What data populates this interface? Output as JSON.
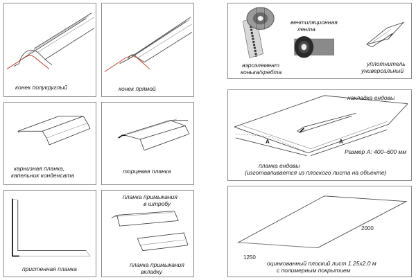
{
  "labels": {
    "ridge_round": "конек полукруглый",
    "ridge_straight": "конек прямой",
    "eaves_strip_1": "карнизная планка,",
    "eaves_strip_2": "капельник конденсата",
    "end_strip": "торцевая планка",
    "wall_strip": "пристенная планка",
    "abut_groove_1": "планка примыкания",
    "abut_groove_2": "в штробу",
    "abut_overlay_1": "планка примыкания",
    "abut_overlay_2": "вкладку",
    "vent_tape_1": "вентиляционная",
    "vent_tape_2": "лента",
    "aero_1": "аэроэлемент",
    "aero_2": "конька/хребта",
    "sealant_1": "уплотнитель",
    "sealant_2": "универсальный",
    "valley_overlay": "накладка ендовы",
    "dim_a_left": "A",
    "dim_a_right": "A",
    "size_a": "Размер А: 400–600 мм",
    "valley_strip_1": "планка ендовы",
    "valley_strip_2": "(изготавливается из плоского листа на объекте)",
    "sheet_len": "2000",
    "sheet_wid": "1250",
    "flat_sheet_1": "оцинкованный плоский лист  1.25х2.0 м",
    "flat_sheet_2": "с полимерным покрытием"
  },
  "colors": {
    "border": "#8a8a8a",
    "line": "#444444",
    "underlay": "#c0442a",
    "roll_dark": "#2a2a2a",
    "roll_grey": "#9a9a9a"
  },
  "icons": [
    "ridge-round-drawing",
    "ridge-straight-drawing",
    "eaves-strip-drawing",
    "end-strip-drawing",
    "wall-strip-drawing",
    "abutment-groove-drawing",
    "abutment-overlay-drawing",
    "aero-roll-drawing",
    "vent-tape-roll-drawing",
    "sealant-drawing",
    "valley-drawing",
    "flat-sheet-drawing"
  ]
}
